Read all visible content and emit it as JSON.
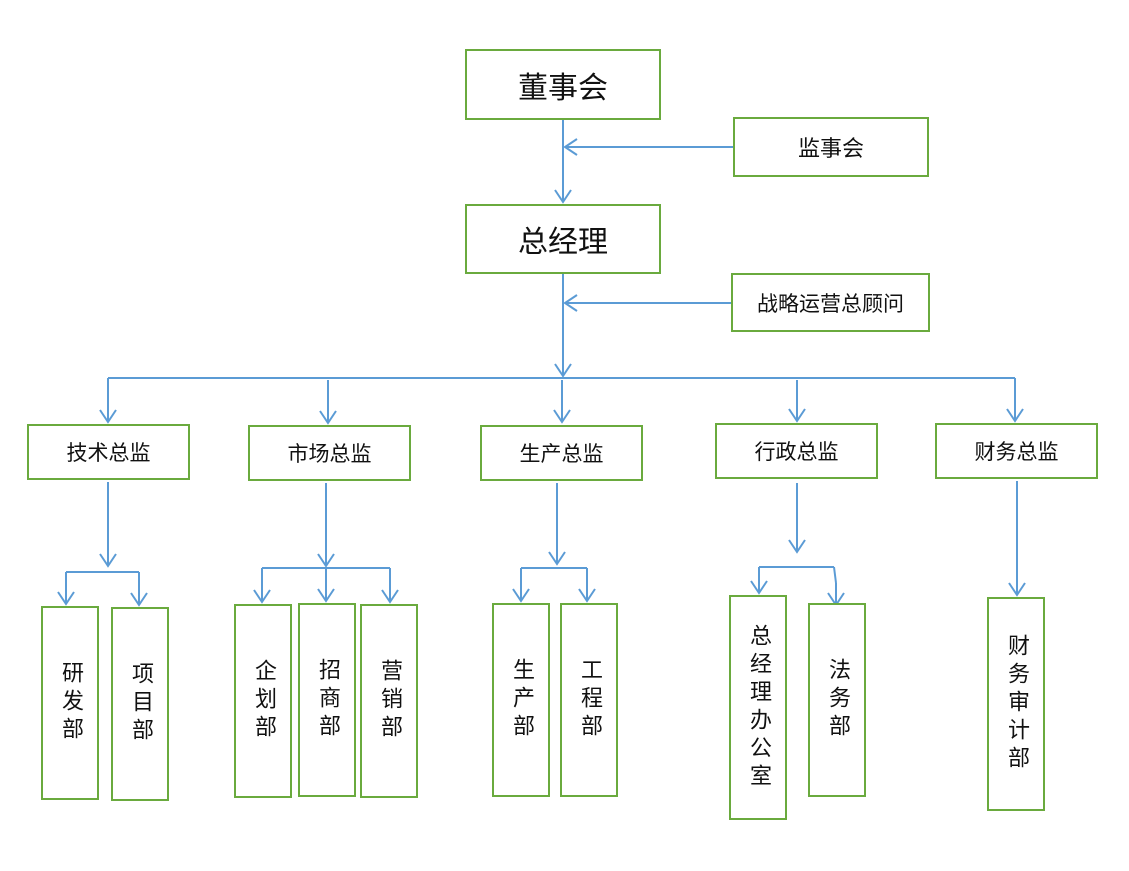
{
  "nodes": {
    "board": "董事会",
    "supervisory_board": "监事会",
    "general_manager": "总经理",
    "strategy_advisor": "战略运营总顾问",
    "cto": "技术总监",
    "cmo": "市场总监",
    "coo": "生产总监",
    "cao": "行政总监",
    "cfo": "财务总监",
    "rd_dept": "研发部",
    "project_dept": "项目部",
    "planning_dept": "企划部",
    "investment_dept": "招商部",
    "sales_dept": "营销部",
    "production_dept": "生产部",
    "engineering_dept": "工程部",
    "gm_office": "总经理办公室",
    "legal_dept": "法务部",
    "audit_dept": "财务审计部"
  },
  "colors": {
    "box_border": "#6aaa3e",
    "connector": "#5b9bd5",
    "text": "#111111"
  }
}
